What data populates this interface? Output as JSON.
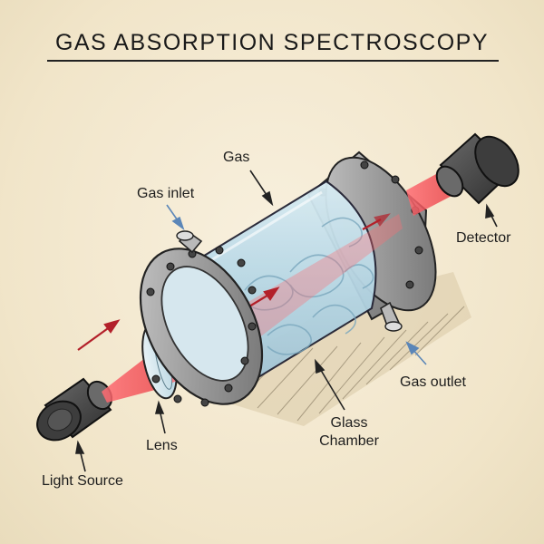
{
  "title": "GAS ABSORPTION SPECTROSCOPY",
  "labels": {
    "gas": "Gas",
    "gas_inlet": "Gas inlet",
    "detector": "Detector",
    "gas_outlet": "Gas outlet",
    "glass": "Glass",
    "chamber": "Chamber",
    "lens": "Lens",
    "light_source": "Light Source"
  },
  "colors": {
    "paper": "#f4ead4",
    "ink": "#1d1d1d",
    "beam": "#e8343c",
    "arrow_red": "#b3202a",
    "arrow_blue": "#5b86b8",
    "glass": "#bcd9e6",
    "metal": "#8f8f8f"
  }
}
